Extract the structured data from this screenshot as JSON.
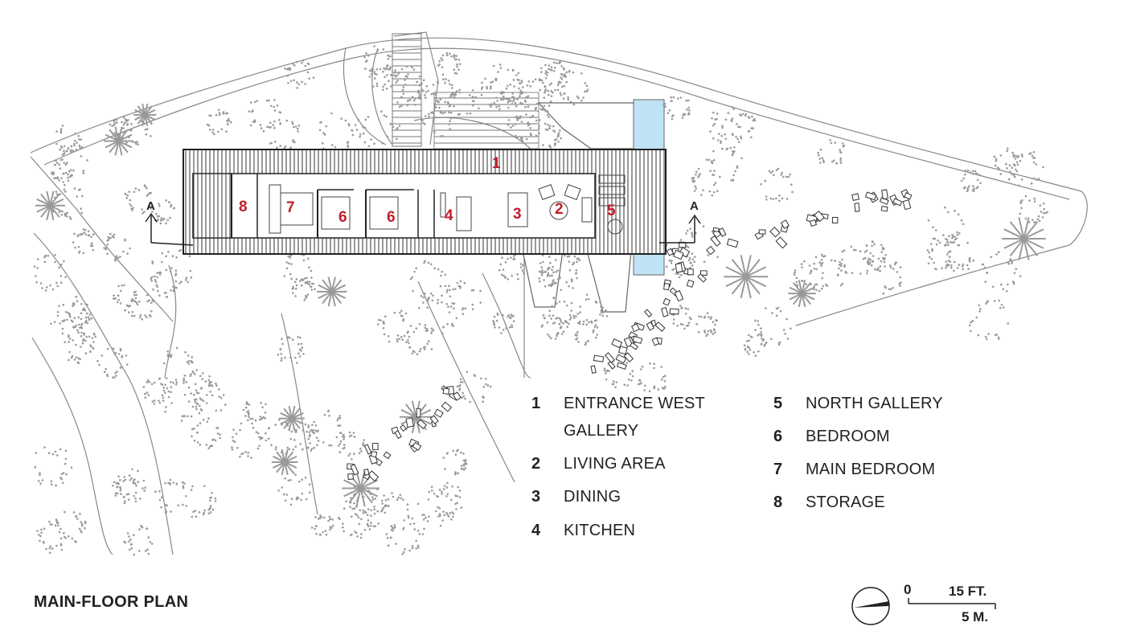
{
  "title": "MAIN-FLOOR PLAN",
  "section_marker": "A",
  "rooms_on_plan": [
    "1",
    "2",
    "3",
    "4",
    "5",
    "6",
    "6",
    "7",
    "8"
  ],
  "legend": [
    {
      "num": "1",
      "label_lines": [
        "ENTRANCE WEST",
        "GALLERY"
      ]
    },
    {
      "num": "2",
      "label_lines": [
        "LIVING AREA"
      ]
    },
    {
      "num": "3",
      "label_lines": [
        "DINING"
      ]
    },
    {
      "num": "4",
      "label_lines": [
        "KITCHEN"
      ]
    },
    {
      "num": "5",
      "label_lines": [
        "NORTH GALLERY"
      ]
    },
    {
      "num": "6",
      "label_lines": [
        "BEDROOM"
      ]
    },
    {
      "num": "7",
      "label_lines": [
        "MAIN BEDROOM"
      ]
    },
    {
      "num": "8",
      "label_lines": [
        "STORAGE"
      ]
    }
  ],
  "scale": {
    "zero": "0",
    "feet": "15 FT.",
    "meters": "5 M."
  },
  "colors": {
    "room_number": "#c0202a",
    "pool": "#bfe3f5",
    "tree": "#9a9a9a",
    "line": "#333333"
  }
}
